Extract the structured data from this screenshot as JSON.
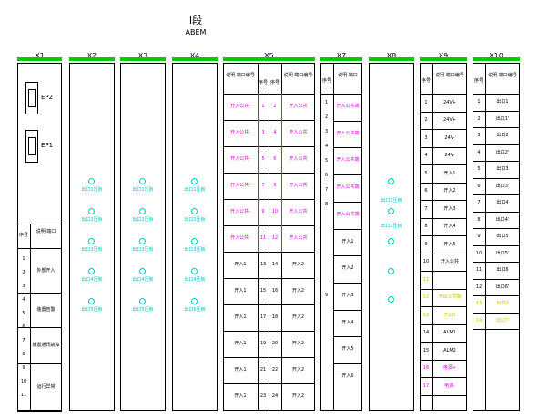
{
  "title": {
    "main": "I段",
    "sub": "ABEM"
  },
  "slots": [
    {
      "id": "X1",
      "label": "X1"
    },
    {
      "id": "X2",
      "label": "X2"
    },
    {
      "id": "X3",
      "label": "X3"
    },
    {
      "id": "X4",
      "label": "X4"
    },
    {
      "id": "X5",
      "label": "X5"
    },
    {
      "id": "X7",
      "label": "X7"
    },
    {
      "id": "X8",
      "label": "X8"
    },
    {
      "id": "X9",
      "label": "X9"
    },
    {
      "id": "X10",
      "label": "X10"
    }
  ],
  "x1": {
    "ports": [
      "EP2",
      "EP1"
    ],
    "table_header": [
      "序号",
      "说明\n端口"
    ],
    "rows": [
      "外部开入",
      "装置告警",
      "装置通讯故障",
      "运行异常"
    ],
    "row_index": [
      "1",
      "2",
      "3",
      "4",
      "5",
      "6",
      "7",
      "8",
      "9",
      "10",
      "11"
    ]
  },
  "mid_slot_labels": [
    "出口1压板",
    "出口2压板",
    "出口3压板",
    "出口4压板",
    "出口5压板"
  ],
  "x5": {
    "header": [
      "说明\n端口编号",
      "序号",
      "序号",
      "说明\n端口编号"
    ],
    "mag_rows": 6,
    "mag_left": "开入公共-",
    "mag_right": "开入公共",
    "black_rows": 6,
    "black_left": "开入1",
    "black_right": "开入2"
  },
  "x7": {
    "header": [
      "序号",
      "说明\n端口"
    ],
    "labels": [
      "开入公共端",
      "开入公共端",
      "开入公共端",
      "开入公共端",
      "开入公共端",
      "开入1",
      "开入2",
      "开入3",
      "开入4",
      "开入5",
      "开入6"
    ],
    "index": [
      "1",
      "2",
      "3",
      "4",
      "5",
      "6",
      "7",
      "8"
    ]
  },
  "x8": {
    "labels": [
      "出口1压板",
      "出口2压板"
    ]
  },
  "x9": {
    "header": [
      "序号",
      "说明\n端口编号"
    ],
    "rows": [
      {
        "n": "1",
        "t": "24V+"
      },
      {
        "n": "2",
        "t": "24V+"
      },
      {
        "n": "3",
        "t": "24V-"
      },
      {
        "n": "4",
        "t": "24V-"
      },
      {
        "n": "5",
        "t": "开入1"
      },
      {
        "n": "6",
        "t": "开入2"
      },
      {
        "n": "7",
        "t": "开入3"
      },
      {
        "n": "8",
        "t": "开入4"
      },
      {
        "n": "9",
        "t": "开入5"
      },
      {
        "n": "10",
        "t": "开入公共"
      },
      {
        "n": "11",
        "t": "",
        "c": "yl"
      },
      {
        "n": "12",
        "t": "开出公共端",
        "c": "yl"
      },
      {
        "n": "13",
        "t": "开出1",
        "c": "yl"
      },
      {
        "n": "14",
        "t": "ALM1"
      },
      {
        "n": "15",
        "t": "ALM2"
      },
      {
        "n": "16",
        "t": "电源+",
        "c": "mag"
      },
      {
        "n": "17",
        "t": "电源-",
        "c": "mag"
      }
    ]
  },
  "x10": {
    "header": [
      "序号",
      "说明\n端口编号"
    ],
    "rows": [
      {
        "n": "1",
        "t": "出口1"
      },
      {
        "n": "2",
        "t": "出口1'"
      },
      {
        "n": "3",
        "t": "出口2"
      },
      {
        "n": "4",
        "t": "出口2'"
      },
      {
        "n": "5",
        "t": "出口3"
      },
      {
        "n": "6",
        "t": "出口3'"
      },
      {
        "n": "7",
        "t": "出口4"
      },
      {
        "n": "8",
        "t": "出口4'"
      },
      {
        "n": "9",
        "t": "出口5"
      },
      {
        "n": "10",
        "t": "出口5'"
      },
      {
        "n": "11",
        "t": "出口6"
      },
      {
        "n": "12",
        "t": "出口6'"
      },
      {
        "n": "13",
        "t": "出口7",
        "c": "yl"
      },
      {
        "n": "14",
        "t": "出口7'",
        "c": "yl"
      }
    ]
  }
}
